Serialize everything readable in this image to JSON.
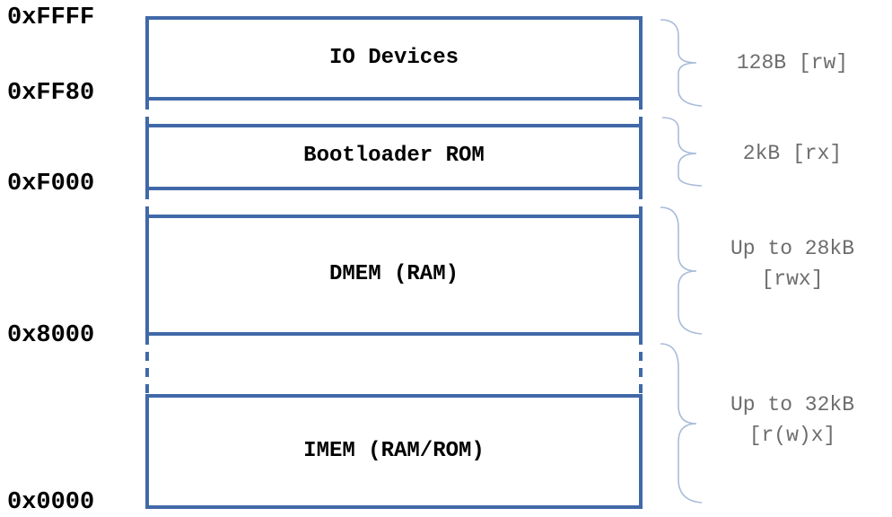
{
  "addresses": {
    "top": "0xFFFF",
    "io_base": "0xFF80",
    "boot_base": "0xF000",
    "dmem_base": "0x8000",
    "bottom": "0x0000"
  },
  "regions": {
    "io": "IO Devices",
    "bootloader": "Bootloader ROM",
    "dmem": "DMEM (RAM)",
    "imem": "IMEM (RAM/ROM)"
  },
  "sizes": {
    "io": {
      "line1": "128B [rw]"
    },
    "bootloader": {
      "line1": "2kB [rx]"
    },
    "dmem": {
      "line1": "Up to 28kB",
      "line2": "[rwx]"
    },
    "imem": {
      "line1": "Up to 32kB",
      "line2": "[r(w)x]"
    }
  },
  "colors": {
    "box_stroke": "#4169a8",
    "brace_stroke": "#a9bcd9",
    "address_text": "#000000",
    "size_text": "#6d6d6d"
  }
}
